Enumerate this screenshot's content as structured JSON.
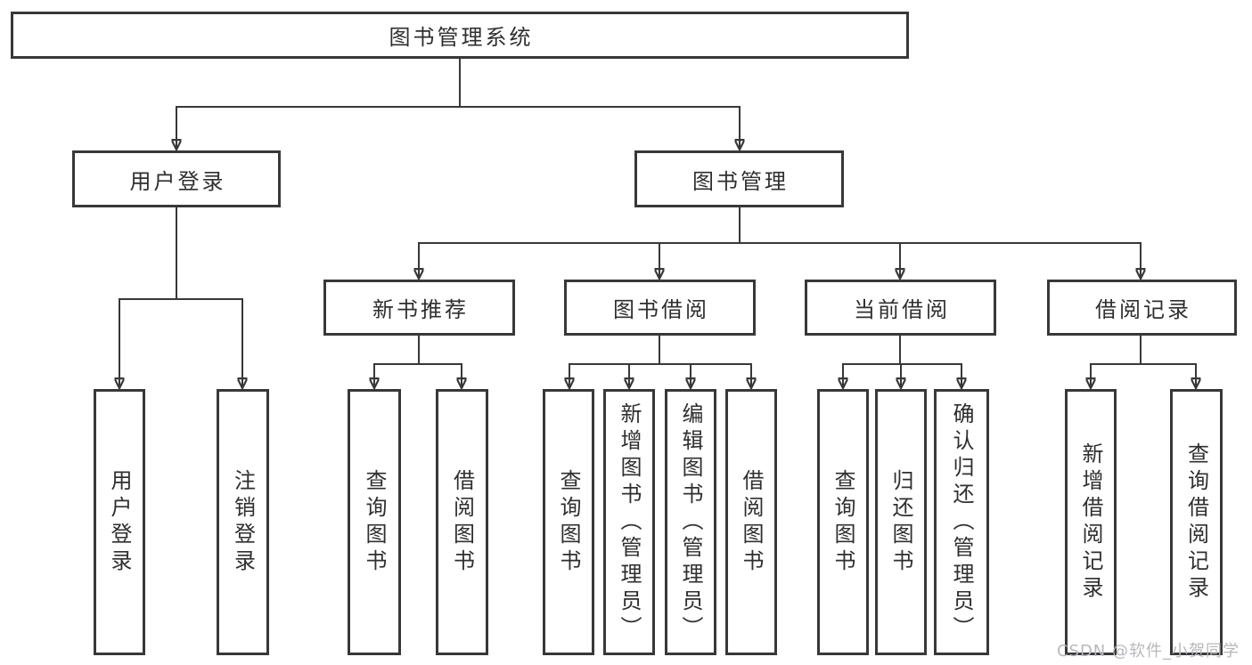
{
  "watermark": "CSDN @软件_小贺同学",
  "colors": {
    "line": "#383838",
    "text": "#2f2f2f",
    "watermark": "#b8b8bc",
    "background": "#ffffff"
  },
  "tree": {
    "root": {
      "label": "图书管理系统",
      "children": [
        {
          "label": "用户登录",
          "children": [
            {
              "label": "用户登录"
            },
            {
              "label": "注销登录"
            }
          ]
        },
        {
          "label": "图书管理",
          "children": [
            {
              "label": "新书推荐",
              "children": [
                {
                  "label": "查询图书"
                },
                {
                  "label": "借阅图书"
                }
              ]
            },
            {
              "label": "图书借阅",
              "children": [
                {
                  "label": "查询图书"
                },
                {
                  "label": "新增图书（管理员）"
                },
                {
                  "label": "编辑图书（管理员）"
                },
                {
                  "label": "借阅图书"
                }
              ]
            },
            {
              "label": "当前借阅",
              "children": [
                {
                  "label": "查询图书"
                },
                {
                  "label": "归还图书"
                },
                {
                  "label": "确认归还（管理员）"
                }
              ]
            },
            {
              "label": "借阅记录",
              "children": [
                {
                  "label": "新增借阅记录"
                },
                {
                  "label": "查询借阅记录"
                }
              ]
            }
          ]
        }
      ]
    }
  }
}
